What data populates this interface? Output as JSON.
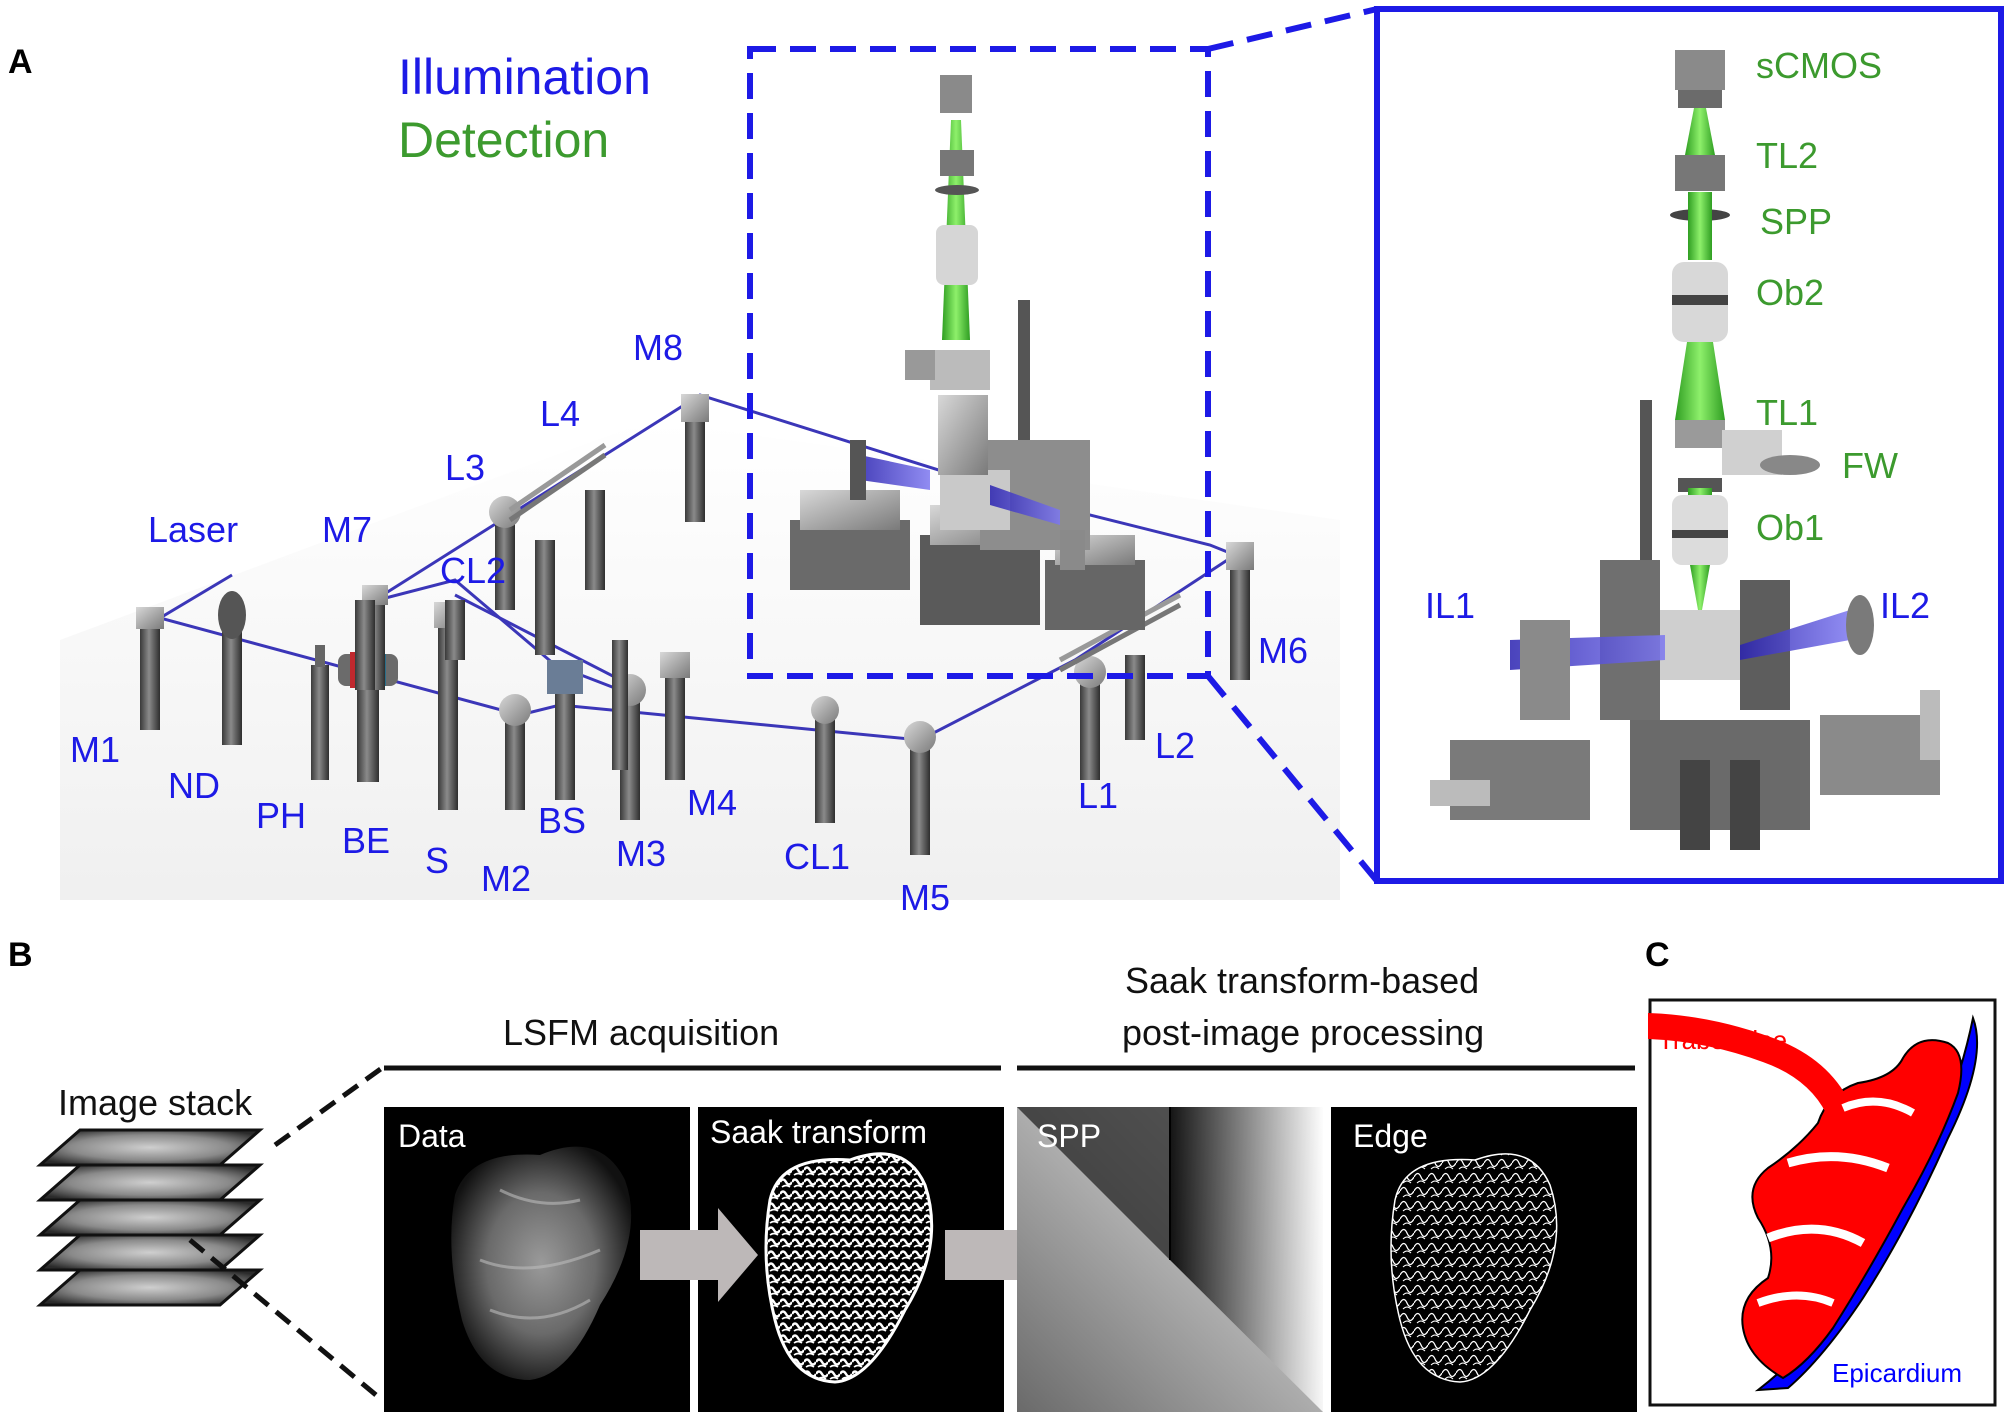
{
  "panels": {
    "a": "A",
    "b": "B",
    "c": "C"
  },
  "legend": {
    "illumination": "Illumination",
    "detection": "Detection"
  },
  "setup_labels": [
    "Laser",
    "M1",
    "ND",
    "PH",
    "BE",
    "S",
    "M2",
    "BS",
    "M3",
    "M4",
    "CL1",
    "M5",
    "L1",
    "L2",
    "M6",
    "M7",
    "CL2",
    "L3",
    "L4",
    "M8"
  ],
  "zoom_detection_labels": [
    "sCMOS",
    "TL2",
    "SPP",
    "Ob2",
    "TL1",
    "FW",
    "Ob1"
  ],
  "zoom_illumination_labels": [
    "IL1",
    "IL2"
  ],
  "panel_b": {
    "stack_title": "Image stack",
    "section_lsfm": "LSFM acquisition",
    "section_saak_line1": "Saak transform-based",
    "section_saak_line2": "post-image processing",
    "images": [
      "Data",
      "Saak transform",
      "SPP",
      "Edge"
    ]
  },
  "panel_c": {
    "trabeculae": "Trabeculae",
    "epicardium": "Epicardium"
  },
  "colors": {
    "illumination": "#1d1ae6",
    "detection": "#3c9a2e",
    "trabeculae": "#ff0000",
    "epicardium": "#0000ff"
  }
}
